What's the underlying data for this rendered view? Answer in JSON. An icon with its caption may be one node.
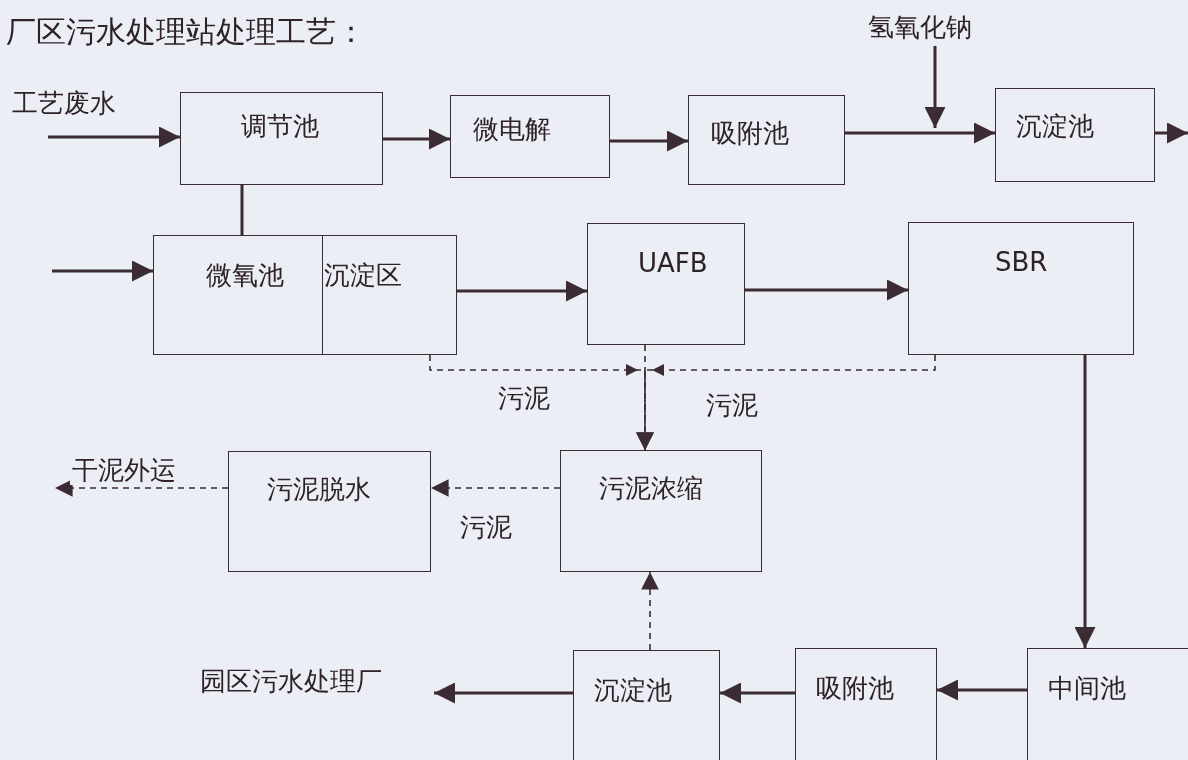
{
  "diagram": {
    "title": "厂区污水处理站处理工艺：",
    "nodes": [
      {
        "text": [
          "调节池"
        ]
      },
      {
        "text": [
          "微电解"
        ]
      },
      {
        "text": [
          "吸附池"
        ]
      },
      {
        "text": [
          "氢氧化钠"
        ]
      },
      {
        "text": [
          "沉淀池"
        ]
      },
      {
        "text": [
          "微氧池",
          "沉淀区"
        ]
      },
      {
        "text": [
          "UAFB"
        ]
      },
      {
        "text": [
          "SBR"
        ]
      },
      {
        "text": [
          "污泥浓缩"
        ]
      },
      {
        "text": [
          "污泥脱水"
        ]
      },
      {
        "text": [
          "中间池"
        ]
      },
      {
        "text": [
          "吸附池"
        ]
      },
      {
        "text": [
          "沉淀池"
        ]
      },
      {
        "text": [
          "园区污水处理厂"
        ]
      }
    ],
    "edges": [
      {
        "from": null,
        "to": 0,
        "arrow": "to",
        "label": "工艺废水"
      },
      {
        "from": 0,
        "to": 1,
        "arrow": "to"
      },
      {
        "from": 1,
        "to": 2,
        "arrow": "to"
      },
      {
        "from": 2,
        "to": 4,
        "arrow": "to"
      },
      {
        "from": 3,
        "to": null,
        "arrow": "to"
      },
      {
        "from": 4,
        "to": null,
        "arrow": "to"
      },
      {
        "from": 0,
        "to": 5,
        "arrow": "none"
      },
      {
        "from": null,
        "to": 5,
        "arrow": "to"
      },
      {
        "from": 5,
        "to": 6,
        "arrow": "to"
      },
      {
        "from": 6,
        "to": 7,
        "arrow": "to"
      },
      {
        "from": 5,
        "to": 8,
        "arrow": "to",
        "style": "dashed",
        "label": "污泥"
      },
      {
        "from": 6,
        "to": 8,
        "arrow": "to",
        "style": "dashed"
      },
      {
        "from": 7,
        "to": 8,
        "arrow": "to",
        "style": "dashed",
        "label": "污泥"
      },
      {
        "from": 8,
        "to": 9,
        "arrow": "to",
        "style": "dashed",
        "label": "污泥"
      },
      {
        "from": 9,
        "to": null,
        "arrow": "to",
        "style": "dashed",
        "label": "干泥外运"
      },
      {
        "from": 7,
        "to": 10,
        "arrow": "to"
      },
      {
        "from": 10,
        "to": 11,
        "arrow": "to"
      },
      {
        "from": 11,
        "to": 12,
        "arrow": "to"
      },
      {
        "from": 12,
        "to": 13,
        "arrow": "to"
      },
      {
        "from": 12,
        "to": 8,
        "arrow": "to",
        "style": "dashed"
      }
    ]
  }
}
